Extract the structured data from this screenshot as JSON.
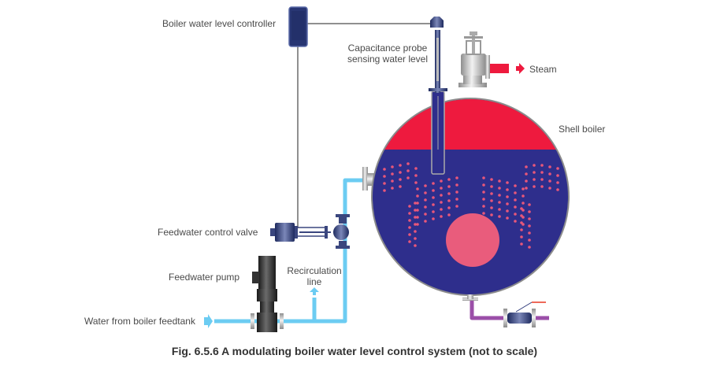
{
  "labels": {
    "controller": "Boiler water level controller",
    "probe_line1": "Capacitance probe",
    "probe_line2": "sensing water level",
    "steam": "Steam",
    "shell_boiler": "Shell boiler",
    "feed_valve": "Feedwater control valve",
    "feed_pump": "Feedwater pump",
    "recirc_line1": "Recirculation",
    "recirc_line2": "line",
    "water_in": "Water from boiler feedtank"
  },
  "caption": "Fig. 6.5.6 A modulating boiler water level control system (not to scale)",
  "colors": {
    "steam_space": "#ee1a3e",
    "water_space": "#2e2e8c",
    "furnace_tube": "#e95c7c",
    "bubbles": "#e8577a",
    "feedwater_pipe": "#6cccf2",
    "blowdown_pipe": "#9b4fa8",
    "controller": "#283673"
  }
}
